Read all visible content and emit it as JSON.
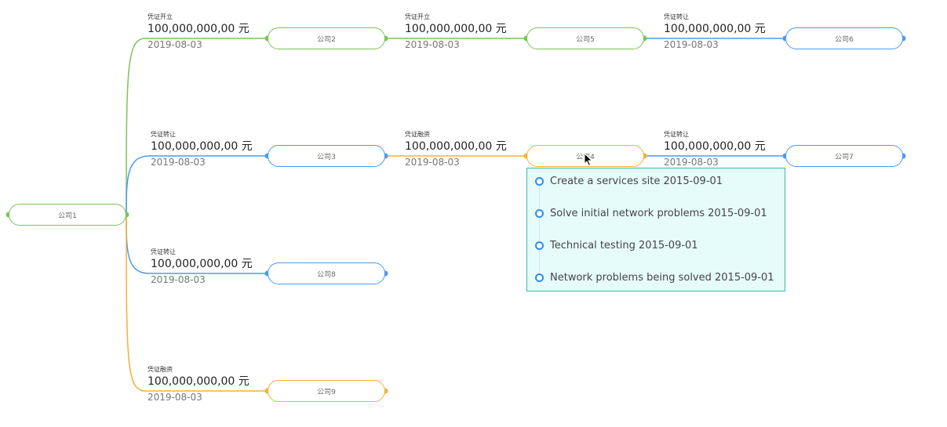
{
  "colors": {
    "green": "#7cc35a",
    "blue": "#4b9cf0",
    "orange": "#f5b035",
    "tooltip_border": "#3ab8b0",
    "tooltip_bg": "#e6fcf9"
  },
  "nodes": {
    "n1": {
      "label": "公司1",
      "color": "green"
    },
    "n2": {
      "label": "公司2",
      "color": "green"
    },
    "n3": {
      "label": "公司3",
      "color": "blue"
    },
    "n4": {
      "label": "公司4",
      "color": "orange"
    },
    "n5": {
      "label": "公司5",
      "color": "green"
    },
    "n6": {
      "label": "公司6",
      "color": "blue"
    },
    "n7": {
      "label": "公司7",
      "color": "blue"
    },
    "n8": {
      "label": "公司8",
      "color": "blue"
    },
    "n9": {
      "label": "公司9",
      "color": "orange"
    }
  },
  "edges": {
    "e12": {
      "from": "公司1",
      "to": "公司2",
      "type": "凭证开立",
      "amount": "100,000,000,00 元",
      "date": "2019-08-03",
      "color": "green"
    },
    "e13": {
      "from": "公司1",
      "to": "公司3",
      "type": "凭证转让",
      "amount": "100,000,000,00 元",
      "date": "2019-08-03",
      "color": "blue"
    },
    "e18": {
      "from": "公司1",
      "to": "公司8",
      "type": "凭证转让",
      "amount": "100,000,000,00 元",
      "date": "2019-08-03",
      "color": "blue"
    },
    "e19": {
      "from": "公司1",
      "to": "公司9",
      "type": "凭证融资",
      "amount": "100,000,000,00 元",
      "date": "2019-08-03",
      "color": "orange"
    },
    "e25": {
      "from": "公司2",
      "to": "公司5",
      "type": "凭证开立",
      "amount": "100,000,000,00 元",
      "date": "2019-08-03",
      "color": "green"
    },
    "e34": {
      "from": "公司3",
      "to": "公司4",
      "type": "凭证融资",
      "amount": "100,000,000,00 元",
      "date": "2019-08-03",
      "color": "orange"
    },
    "e56": {
      "from": "公司5",
      "to": "公司6",
      "type": "凭证转让",
      "amount": "100,000,000,00 元",
      "date": "2019-08-03",
      "color": "blue"
    },
    "e47": {
      "from": "公司4",
      "to": "公司7",
      "type": "凭证转让",
      "amount": "100,000,000,00 元",
      "date": "2019-08-03",
      "color": "blue"
    }
  },
  "tooltip": {
    "items": [
      {
        "text": "Create a services site 2015-09-01"
      },
      {
        "text": "Solve initial network problems 2015-09-01"
      },
      {
        "text": "Technical testing 2015-09-01"
      },
      {
        "text": "Network problems being solved 2015-09-01"
      }
    ]
  }
}
